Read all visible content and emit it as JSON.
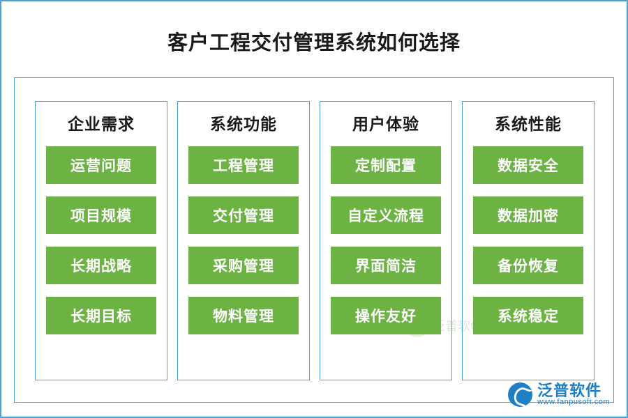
{
  "title": "客户工程交付管理系统如何选择",
  "columns": [
    {
      "heading": "企业需求",
      "items": [
        "运营问题",
        "项目规模",
        "长期战略",
        "长期目标"
      ]
    },
    {
      "heading": "系统功能",
      "items": [
        "工程管理",
        "交付管理",
        "采购管理",
        "物料管理"
      ]
    },
    {
      "heading": "用户体验",
      "items": [
        "定制配置",
        "自定义流程",
        "界面简洁",
        "操作友好"
      ]
    },
    {
      "heading": "系统性能",
      "items": [
        "数据安全",
        "数据加密",
        "备份恢复",
        "系统稳定"
      ]
    }
  ],
  "logo": {
    "name_cn": "泛普软件",
    "name_en": "www.fanpusoft.com"
  },
  "colors": {
    "accent": "#4aa3d8",
    "item_fill": "#6cb344",
    "brand": "#1f7fc4"
  }
}
